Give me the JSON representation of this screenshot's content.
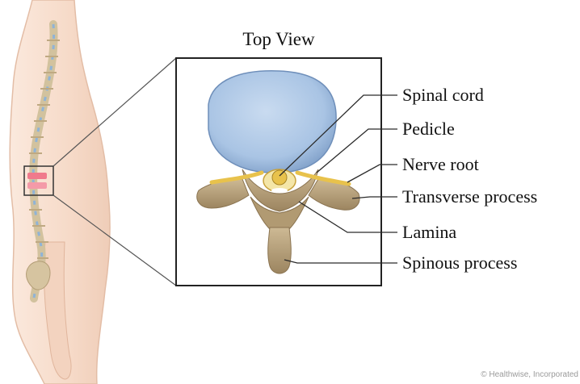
{
  "figure": {
    "title": "Top View",
    "credit": "© Healthwise, Incorporated"
  },
  "labels": [
    {
      "id": "spinal-cord",
      "text": "Spinal cord"
    },
    {
      "id": "pedicle",
      "text": "Pedicle"
    },
    {
      "id": "nerve-root",
      "text": "Nerve root"
    },
    {
      "id": "transverse-process",
      "text": "Transverse process"
    },
    {
      "id": "lamina",
      "text": "Lamina"
    },
    {
      "id": "spinous-process",
      "text": "Spinous process"
    }
  ],
  "colors": {
    "disc": "#a9c4e4",
    "bone": "#b8a27a",
    "nerve": "#e8c24c",
    "skin": "#f6dccb",
    "highlight": "#f07a8c",
    "line": "#2a2a2a"
  }
}
